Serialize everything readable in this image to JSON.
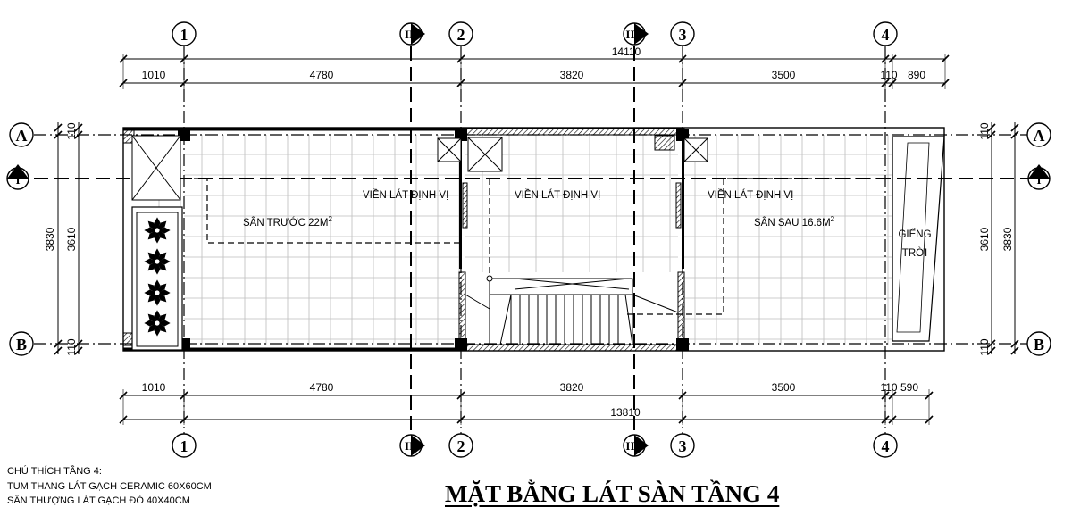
{
  "title": "MẶT BẰNG LÁT SÀN TẦNG 4",
  "notes": {
    "heading": "CHÚ THÍCH TẦNG 4:",
    "line1": "TUM THANG LÁT GẠCH CERAMIC 60X60CM",
    "line2": "SÂN THƯỢNG LÁT GẠCH ĐỎ 40X40CM"
  },
  "axes": {
    "vertical": [
      "1",
      "2",
      "3",
      "4"
    ],
    "horizontal": [
      "A",
      "B"
    ],
    "sections": [
      "II",
      "III",
      "I"
    ]
  },
  "dimensions": {
    "top_total": "14110",
    "top_segments": [
      "1010",
      "4780",
      "3820",
      "3500",
      "110",
      "890"
    ],
    "bottom_total": "13810",
    "bottom_segments": [
      "1010",
      "4780",
      "3820",
      "3500",
      "110",
      "590"
    ],
    "side_total": "3830",
    "side_inner": "3610",
    "side_small": "110"
  },
  "rooms": {
    "front_yard": "SÂN TRƯỚC 22M",
    "back_yard": "SÂN SAU 16.6M",
    "superscript": "2",
    "marker": "VIỀN LÁT ĐỊNH VỊ",
    "lightwell_1": "GIẾNG",
    "lightwell_2": "TRỜI"
  }
}
